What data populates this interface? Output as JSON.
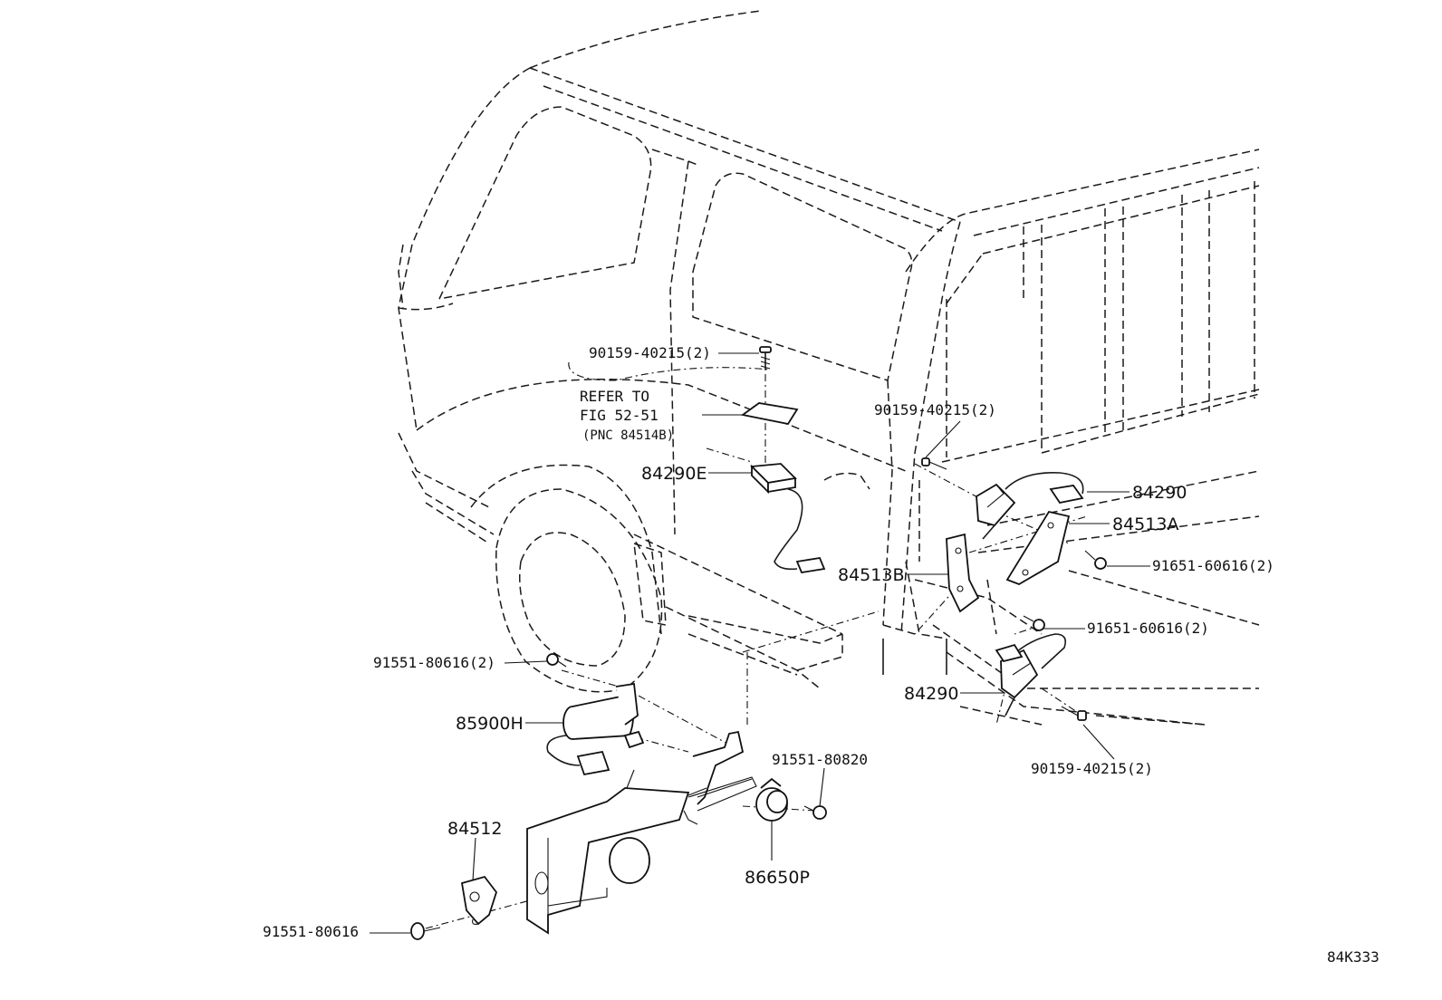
{
  "refer_note": {
    "line1": "REFER TO",
    "line2": "FIG 52-51",
    "line3": "(PNC 84514B)"
  },
  "callouts": {
    "bolt_top": "90159-40215(2)",
    "bolt_right_top": "90159-40215(2)",
    "bolt_right_bottom": "90159-40215(2)",
    "switch_84290e": "84290E",
    "switch_84290_top": "84290",
    "switch_84290_bottom": "84290",
    "bracket_84513a": "84513A",
    "bracket_84513b": "84513B",
    "screw_91651_top": "91651-60616(2)",
    "screw_91651_bottom": "91651-60616(2)",
    "bolt_91551_2": "91551-80616(2)",
    "relay_85900h": "85900H",
    "bolt_91551_80820": "91551-80820",
    "part_84512": "84512",
    "bolt_91551_80616": "91551-80616",
    "buzzer_86650p": "86650P"
  },
  "figure_code": "84K333"
}
